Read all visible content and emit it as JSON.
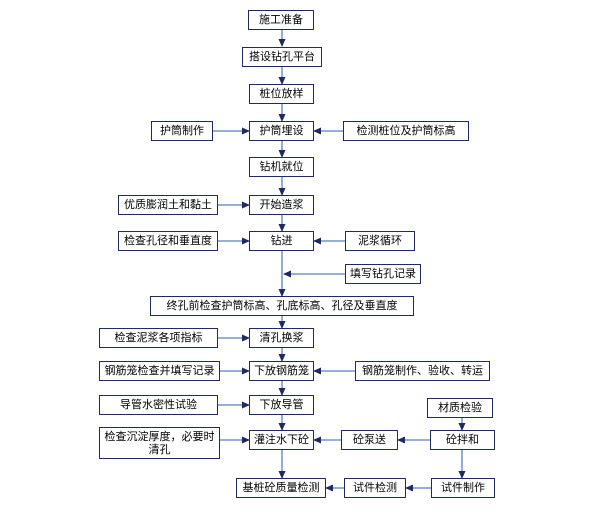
{
  "steps": {
    "prep": "施工准备",
    "platform": "搭设钻孔平台",
    "pile_layout": "桩位放样",
    "casing_make": "护筒制作",
    "casing_bury": "护筒埋设",
    "check_pile": "检测桩位及护筒标高",
    "rig_position": "钻机就位",
    "clay": "优质膨润土和黏土",
    "make_slurry": "开始造浆",
    "check_hole": "检查孔径和垂直度",
    "drill": "钻进",
    "mud_cycle": "泥浆循环",
    "fill_record": "填写钻孔记录",
    "final_check": "终孔前检查护筒标高、孔底标高、孔径及垂直度",
    "check_mud": "检查泥浆各项指标",
    "clean_hole": "清孔换浆",
    "cage_check": "钢筋笼检查并填写记录",
    "lower_cage": "下放钢筋笼",
    "cage_make": "钢筋笼制作、验收、转运",
    "pipe_test": "导管水密性试验",
    "lower_pipe": "下放导管",
    "material_check": "材质检验",
    "sediment_check_1": "检查沉淀厚度，必要时",
    "sediment_check_2": "清孔",
    "pour": "灌注水下砼",
    "pump": "砼泵送",
    "mix": "砼拌和",
    "quality": "基桩砼质量检测",
    "specimen_test": "试件检测",
    "specimen_make": "试件制作"
  }
}
